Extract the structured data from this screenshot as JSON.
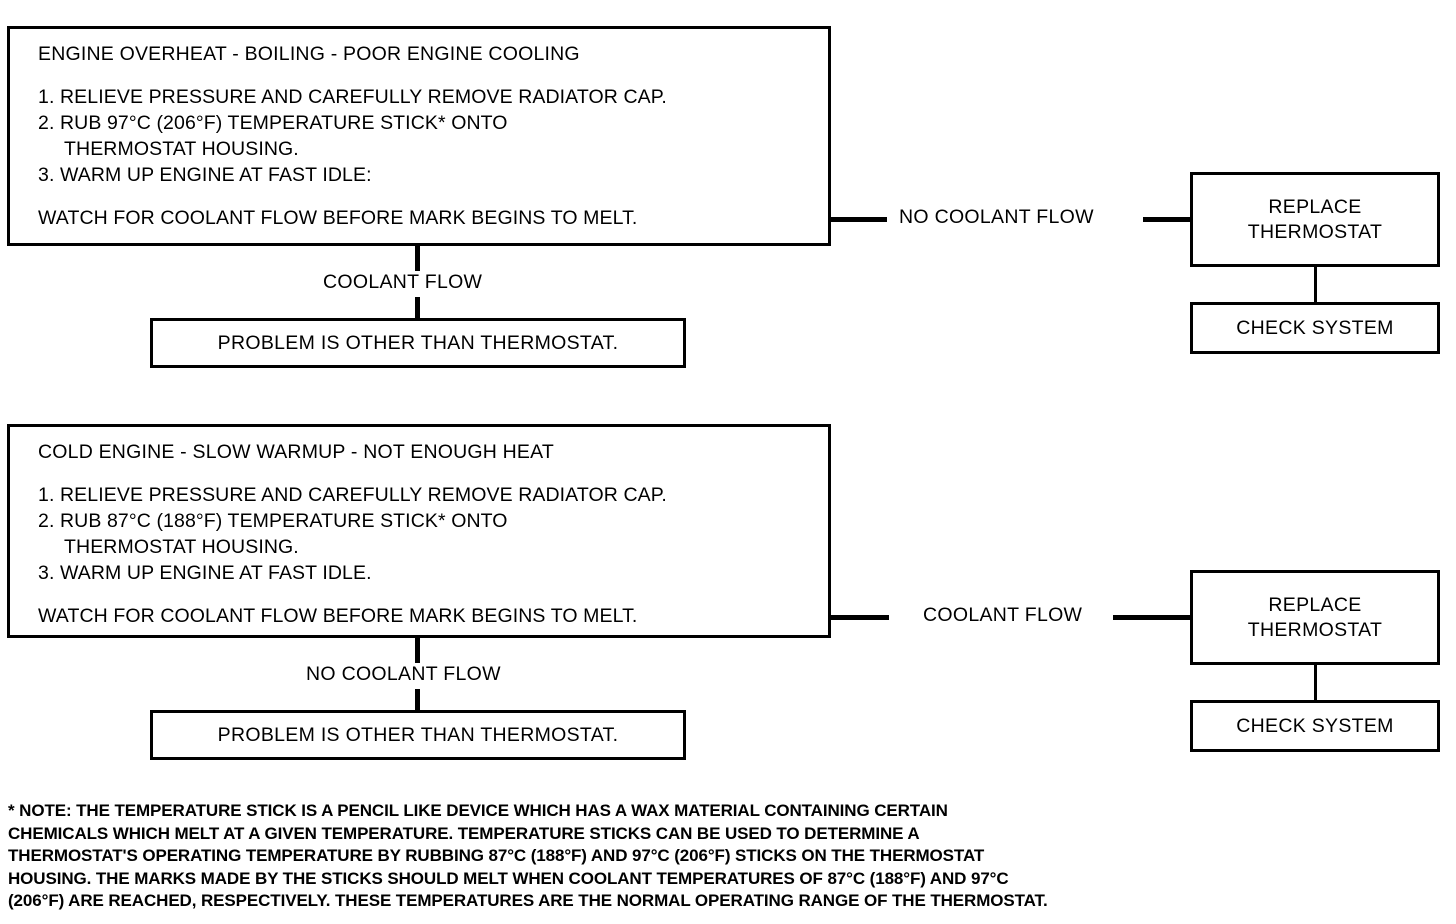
{
  "document": {
    "type": "troubleshooting-flowchart",
    "subject": "Thermostat test procedure"
  },
  "sections": [
    {
      "id": "overheat",
      "main_box": {
        "title": "ENGINE OVERHEAT - BOILING - POOR ENGINE COOLING",
        "steps": [
          "1. RELIEVE PRESSURE AND CAREFULLY REMOVE RADIATOR CAP.",
          "2. RUB 97°C (206°F) TEMPERATURE STICK* ONTO",
          "THERMOSTAT HOUSING.",
          "3. WARM UP ENGINE AT FAST IDLE:"
        ],
        "footer": "WATCH FOR COOLANT FLOW BEFORE MARK BEGINS TO MELT."
      },
      "branch_right": {
        "label": "NO COOLANT FLOW",
        "target": "REPLACE\nTHERMOSTAT",
        "followup": "CHECK SYSTEM"
      },
      "branch_down": {
        "label": "COOLANT FLOW",
        "target": "PROBLEM IS OTHER THAN THERMOSTAT."
      }
    },
    {
      "id": "cold",
      "main_box": {
        "title": "COLD ENGINE - SLOW WARMUP - NOT ENOUGH HEAT",
        "steps": [
          "1. RELIEVE PRESSURE AND CAREFULLY REMOVE RADIATOR CAP.",
          "2. RUB 87°C (188°F) TEMPERATURE STICK* ONTO",
          "THERMOSTAT HOUSING.",
          "3. WARM UP ENGINE AT FAST IDLE."
        ],
        "footer": "WATCH FOR COOLANT FLOW BEFORE MARK BEGINS TO MELT."
      },
      "branch_right": {
        "label": "COOLANT FLOW",
        "target": "REPLACE\nTHERMOSTAT",
        "followup": "CHECK SYSTEM"
      },
      "branch_down": {
        "label": "NO COOLANT FLOW",
        "target": "PROBLEM IS OTHER THAN THERMOSTAT."
      }
    }
  ],
  "footnote": {
    "lines": [
      "* NOTE: THE TEMPERATURE STICK IS A PENCIL LIKE DEVICE WHICH HAS A WAX MATERIAL CONTAINING CERTAIN",
      "CHEMICALS WHICH MELT AT A GIVEN TEMPERATURE. TEMPERATURE STICKS CAN BE USED TO DETERMINE A",
      "THERMOSTAT'S OPERATING TEMPERATURE BY RUBBING 87°C (188°F) AND 97°C (206°F) STICKS ON THE THERMOSTAT",
      "HOUSING. THE MARKS MADE BY THE STICKS SHOULD MELT WHEN COOLANT TEMPERATURES OF 87°C (188°F) AND 97°C",
      "(206°F) ARE REACHED, RESPECTIVELY. THESE TEMPERATURES ARE THE NORMAL OPERATING RANGE OF THE THERMOSTAT."
    ]
  },
  "colors": {
    "ink": "#000000",
    "paper": "#ffffff"
  }
}
